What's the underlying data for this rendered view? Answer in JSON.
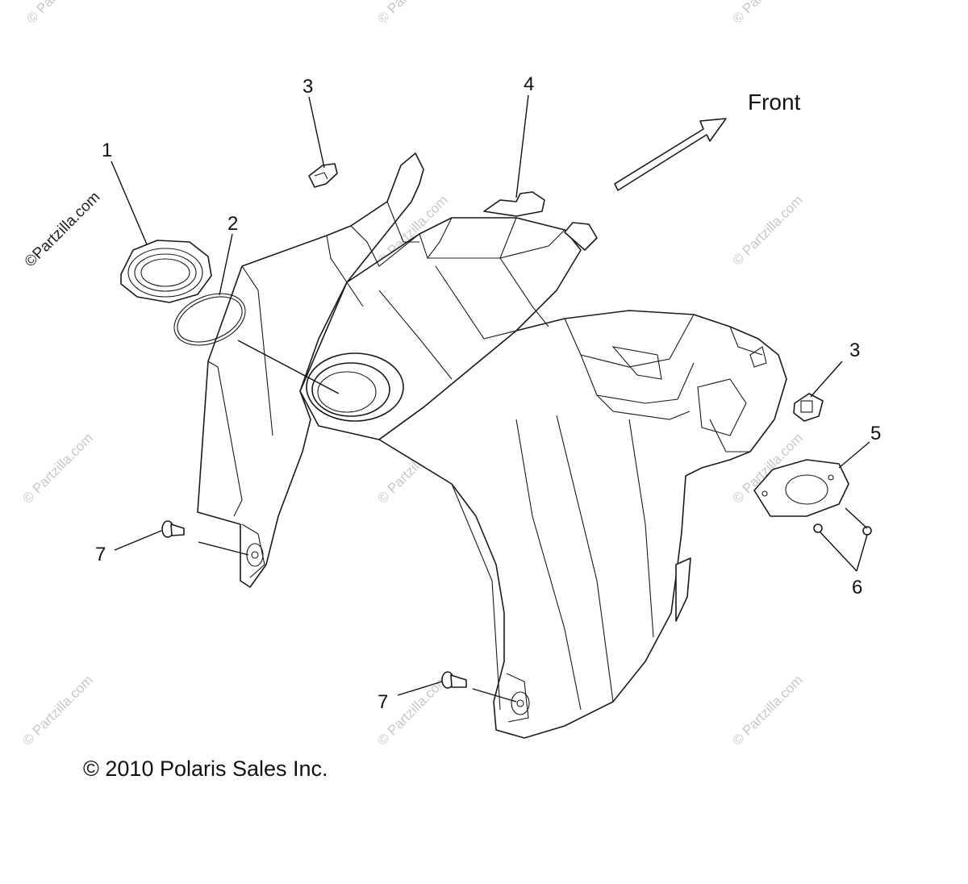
{
  "diagram": {
    "front_label": "Front",
    "copyright": "© 2010 Polaris Sales Inc.",
    "watermark_primary": "©Partzilla.com",
    "watermark_repeat": "© Partzilla.com",
    "callouts": [
      "1",
      "2",
      "3",
      "3",
      "4",
      "5",
      "6",
      "7",
      "7"
    ]
  },
  "colors": {
    "line": "#1a1a1a",
    "watermark": "#c8c8c8",
    "background": "#ffffff"
  }
}
